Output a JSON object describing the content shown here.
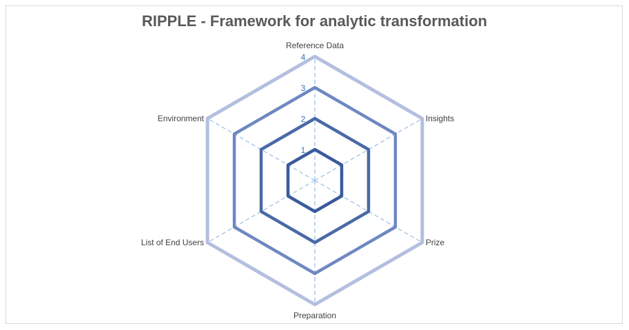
{
  "chart_data": {
    "type": "radar",
    "title": "RIPPLE - Framework for analytic transformation",
    "categories": [
      "Reference Data",
      "Insights",
      "Prize",
      "Preparation",
      "List of End Users",
      "Environment"
    ],
    "rings": [
      1,
      2,
      3,
      4
    ],
    "tick_labels": [
      "1",
      "2",
      "3",
      "4"
    ],
    "rmax": 4,
    "ring_colors": [
      "#3a5a9c",
      "#4a69a8",
      "#6f88c2",
      "#b4bfdf"
    ],
    "gridline_color": "#a9c8ea",
    "legend": "none"
  }
}
